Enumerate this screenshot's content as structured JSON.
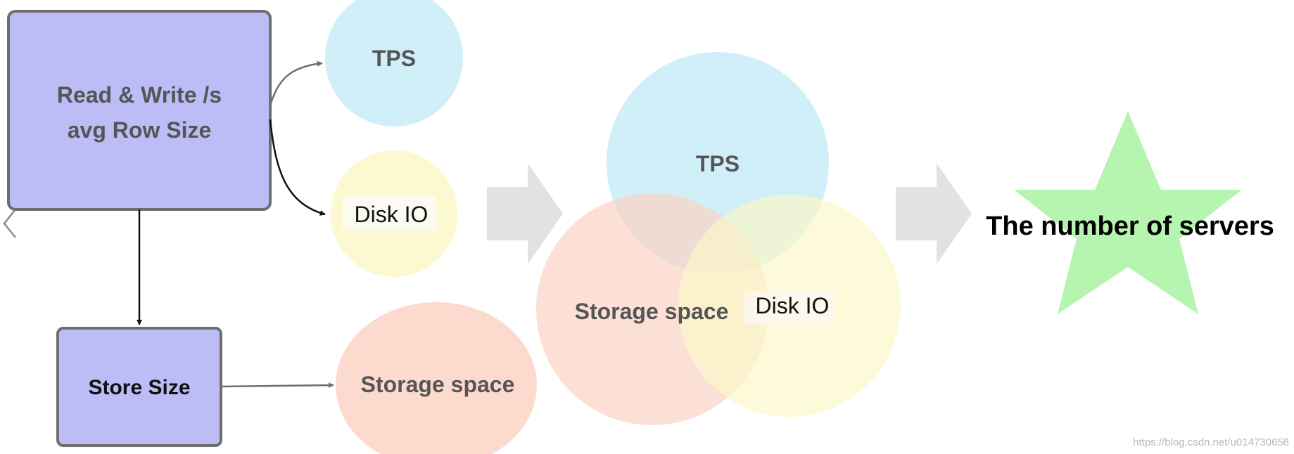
{
  "colors": {
    "box_fill": "#bcbdf6",
    "box_stroke": "#6e6e6e",
    "tps_circle": "#bfe9f6",
    "disk_io_circle": "#fbf8c8",
    "storage_circle": "#fbd3c5",
    "block_arrow": "#e2e2e2",
    "star": "#b6f5b0"
  },
  "inputs": {
    "read_write_line1": "Read & Write /s",
    "read_write_line2": "avg Row Size",
    "store_size": "Store Size"
  },
  "metrics": {
    "tps": "TPS",
    "disk_io": "Disk IO",
    "storage_space": "Storage space"
  },
  "combined": {
    "tps": "TPS",
    "storage_space": "Storage space",
    "disk_io": "Disk IO"
  },
  "result": {
    "label": "The number of servers"
  },
  "watermark": "https://blog.csdn.net/u014730658",
  "icons": {
    "nav": "chevron-left-icon",
    "result_shape": "star-icon"
  }
}
